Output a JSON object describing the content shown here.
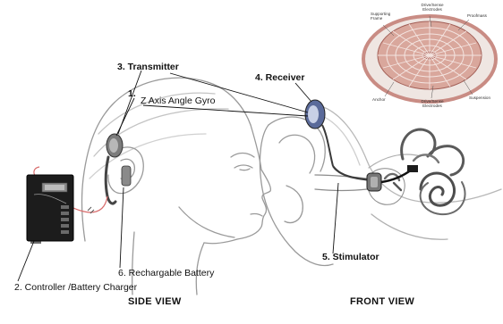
{
  "diagram": {
    "labels": {
      "transmitter": "3. Transmitter",
      "gyro_number": "1.",
      "gyro": "Z Axis Angle Gyro",
      "receiver": "4. Receiver",
      "stimulator": "5. Stimulator",
      "battery": "6. Rechargable Battery",
      "controller": "2. Controller /Battery Charger",
      "side_view": "SIDE VIEW",
      "front_view": "FRONT VIEW"
    },
    "inset": {
      "supporting_frame": "Supporting Frame",
      "drive_sense_top": "Drive/Sense Electrodes",
      "proofmass": "Proofmass",
      "anchor": "Anchor",
      "drive_sense_bottom": "Drive/Sense Electrodes",
      "suspension": "Suspension"
    },
    "colors": {
      "skin_outline": "#9a9a9a",
      "inset_ring": "#c98c84",
      "inset_fill": "#d9a79c",
      "device_dark": "#1c1c1c",
      "shadow": "#6e6e6e"
    }
  }
}
